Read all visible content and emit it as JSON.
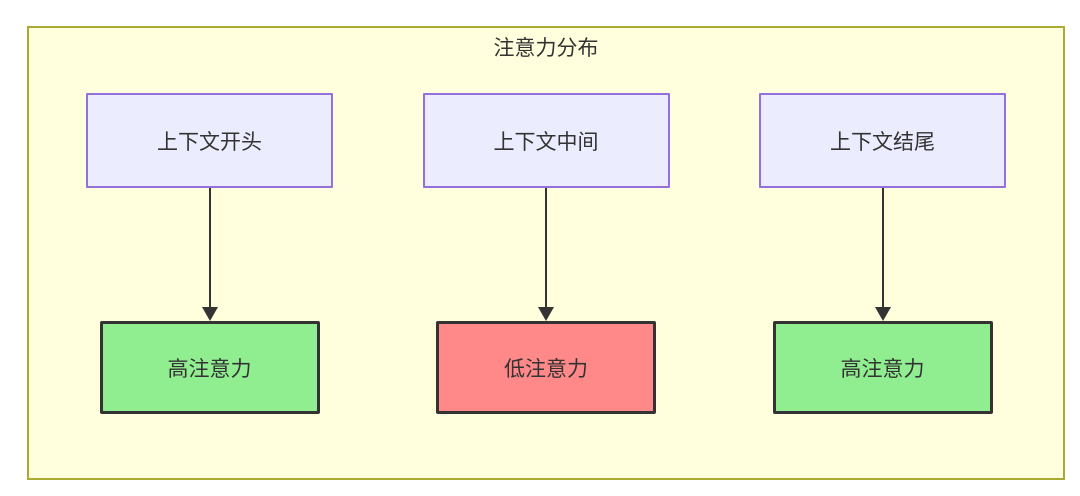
{
  "diagram": {
    "title": "注意力分布",
    "columns": [
      {
        "source_label": "上下文开头",
        "result_label": "高注意力",
        "attention_level": "high"
      },
      {
        "source_label": "上下文中间",
        "result_label": "低注意力",
        "attention_level": "low"
      },
      {
        "source_label": "上下文结尾",
        "result_label": "高注意力",
        "attention_level": "high"
      }
    ],
    "colors": {
      "container_bg": "#ffffde",
      "container_border": "#aaaa33",
      "source_bg": "#ececff",
      "source_border": "#9370db",
      "result_border": "#333333",
      "high_attention_bg": "#90ee90",
      "low_attention_bg": "#ff8888",
      "arrow_color": "#333333",
      "text_color": "#333333"
    }
  }
}
